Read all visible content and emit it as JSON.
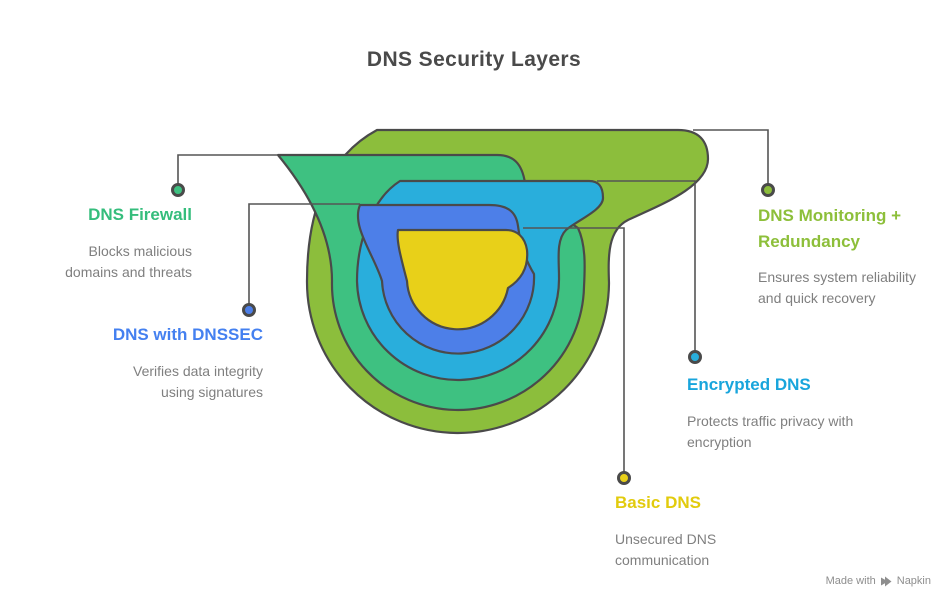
{
  "title": "DNS Security Layers",
  "diagram": {
    "outline_color": "#4A4A4A",
    "connector_color": "#555555",
    "description_color": "#7F7F7F",
    "layers": [
      {
        "id": "dns-monitoring-redundancy",
        "label": "DNS Monitoring + Redundancy",
        "description": "Ensures system reliability and quick recovery",
        "color": "#8CBE3C",
        "label_color": "#8DBF3A"
      },
      {
        "id": "dns-firewall",
        "label": "DNS Firewall",
        "description": "Blocks malicious domains and threats",
        "color": "#3EC181",
        "label_color": "#35BD7C"
      },
      {
        "id": "encrypted-dns",
        "label": "Encrypted DNS",
        "description": "Protects traffic privacy with encryption",
        "color": "#29AEDC",
        "label_color": "#19A5DC"
      },
      {
        "id": "dns-with-dnssec",
        "label": "DNS with DNSSEC",
        "description": "Verifies data integrity using signatures",
        "color": "#4D7FE8",
        "label_color": "#4480F0"
      },
      {
        "id": "basic-dns",
        "label": "Basic DNS",
        "description": "Unsecured DNS communication",
        "color": "#E8D019",
        "label_color": "#E2CB0D"
      }
    ]
  },
  "watermark": {
    "prefix": "Made with",
    "brand": "Napkin"
  }
}
